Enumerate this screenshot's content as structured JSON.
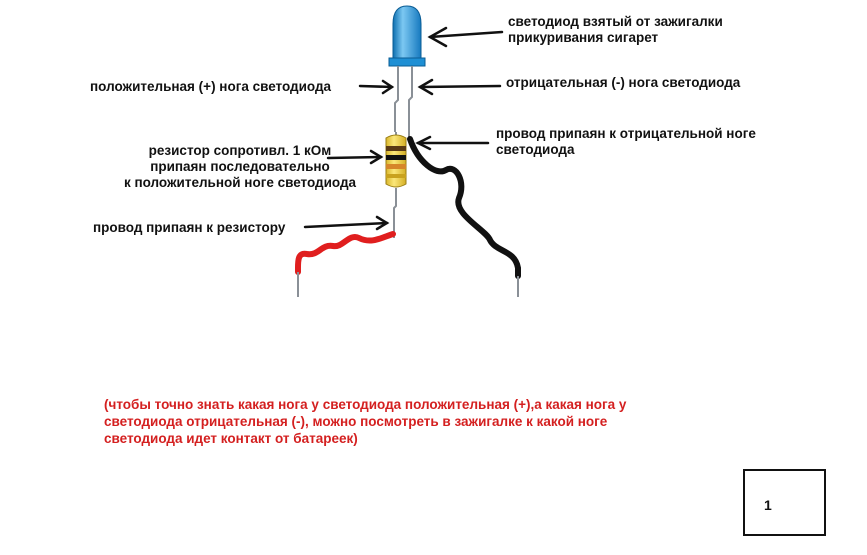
{
  "labels": {
    "led_source": "светодиод взятый от зажигалки\nприкуривания сигарет",
    "positive_leg": "положительная (+) нога светодиода",
    "negative_leg": "отрицательная (-) нога светодиода",
    "wire_negative": "провод припаян к отрицательной ноге\nсветодиода",
    "resistor": "резистор сопротивл. 1 кОм\nприпаян  последовательно\nк положительной  ноге светодиода",
    "wire_resistor": "провод припаян к резистору"
  },
  "note": "(чтобы точно знать какая нога у светодиода положительная (+),а какая нога у\nсветодиода отрицательная (-), можно посмотреть в зажигалке к какой ноге\nсветодиода идет контакт от батареек)",
  "page_number": "1",
  "colors": {
    "led_body": "#1e8fd4",
    "led_highlight": "#7cc8f2",
    "resistor_body": "#f2d64a",
    "resistor_band_1": "#5a3a14",
    "resistor_band_2": "#111111",
    "resistor_band_3": "#d6862a",
    "wire_positive": "#e01e1e",
    "wire_negative": "#111111",
    "note_text": "#d42020",
    "pin": "#9aa0a6"
  },
  "icons": {
    "led": "led-component",
    "resistor": "resistor-component",
    "arrows": "left-arrow-icon"
  }
}
